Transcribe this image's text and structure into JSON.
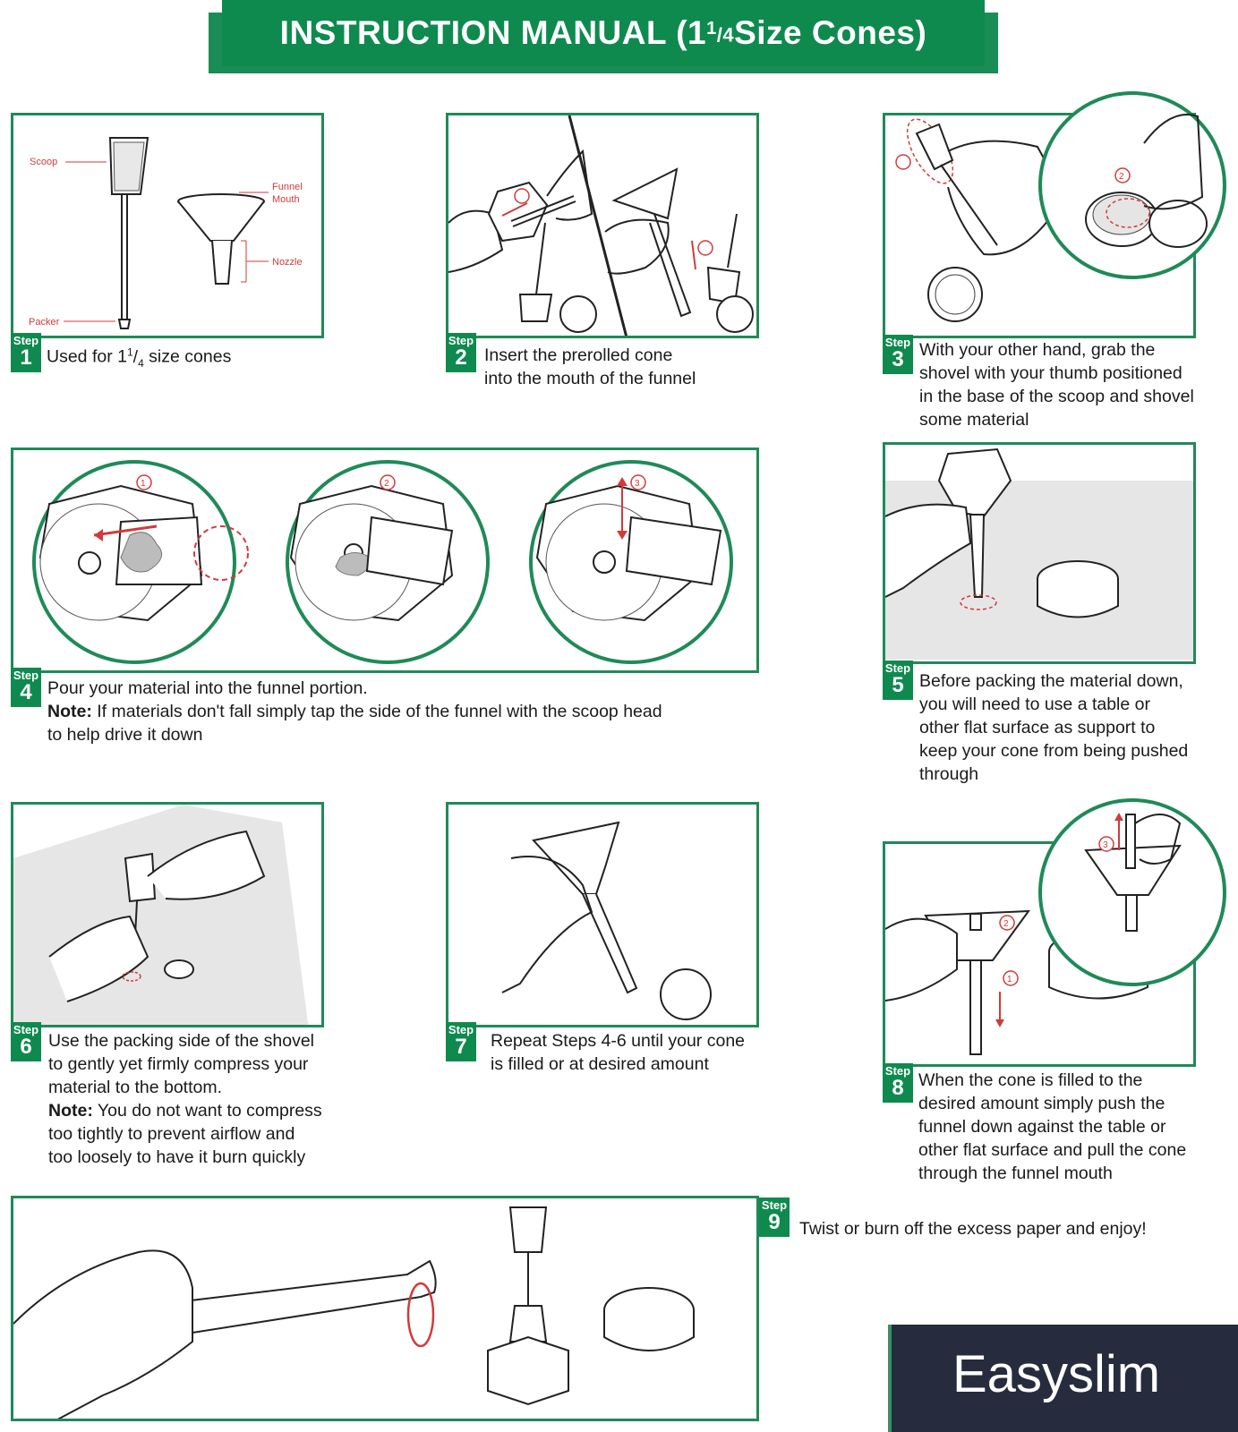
{
  "header": {
    "title_main": "INSTRUCTION MANUAL (1",
    "title_frac_num": "1",
    "title_frac_den": "4",
    "title_end": " Size Cones)"
  },
  "panel1": {
    "labels": {
      "scoop": "Scoop",
      "funnel_mouth_1": "Funnel",
      "funnel_mouth_2": "Mouth",
      "nozzle": "Nozzle",
      "packer": "Packer"
    }
  },
  "steps": [
    {
      "word": "Step",
      "num": "1",
      "text_pre": "Used for 1",
      "frac_num": "1",
      "frac_den": "4",
      "text_post": " size cones"
    },
    {
      "word": "Step",
      "num": "2",
      "line1": "Insert the prerolled cone",
      "line2": "into the mouth of the funnel"
    },
    {
      "word": "Step",
      "num": "3",
      "line1": "With your other hand, grab the",
      "line2": "shovel with your thumb positioned",
      "line3": "in the base of the scoop and shovel",
      "line4": "some material"
    },
    {
      "word": "Step",
      "num": "4",
      "line1": "Pour your material into the funnel portion.",
      "note_label": "Note:",
      "note_text": " If materials don't fall simply tap the side of the funnel with the scoop head",
      "line3": "to help drive it down"
    },
    {
      "word": "Step",
      "num": "5",
      "line1": "Before packing the material down,",
      "line2": "you will need to use a table or",
      "line3": "other flat surface as support to",
      "line4": "keep your cone from being pushed",
      "line5": "through"
    },
    {
      "word": "Step",
      "num": "6",
      "line1": "Use the packing side of the shovel",
      "line2": "to gently yet firmly compress your",
      "line3": "material to the bottom.",
      "note_label": "Note:",
      "note_text": " You do not want to compress",
      "line5": "too tightly to prevent airflow and",
      "line6": "too loosely to have it burn quickly"
    },
    {
      "word": "Step",
      "num": "7",
      "line1": "Repeat Steps 4-6 until your cone",
      "line2": "is filled or at desired amount"
    },
    {
      "word": "Step",
      "num": "8",
      "line1": "When the cone is filled to the",
      "line2": "desired amount simply push the",
      "line3": "funnel down against the table or",
      "line4": "other flat surface and pull the cone",
      "line5": "through the funnel mouth"
    },
    {
      "word": "Step",
      "num": "9",
      "line1": "Twist or burn off the excess paper and enjoy!"
    }
  ],
  "markers": {
    "m1": "1",
    "m2": "2",
    "m3": "3"
  },
  "brand": {
    "name": "Easyslim"
  },
  "colors": {
    "green": "#0f8a4f",
    "red": "#d23a3a",
    "navy": "#262b3d"
  }
}
